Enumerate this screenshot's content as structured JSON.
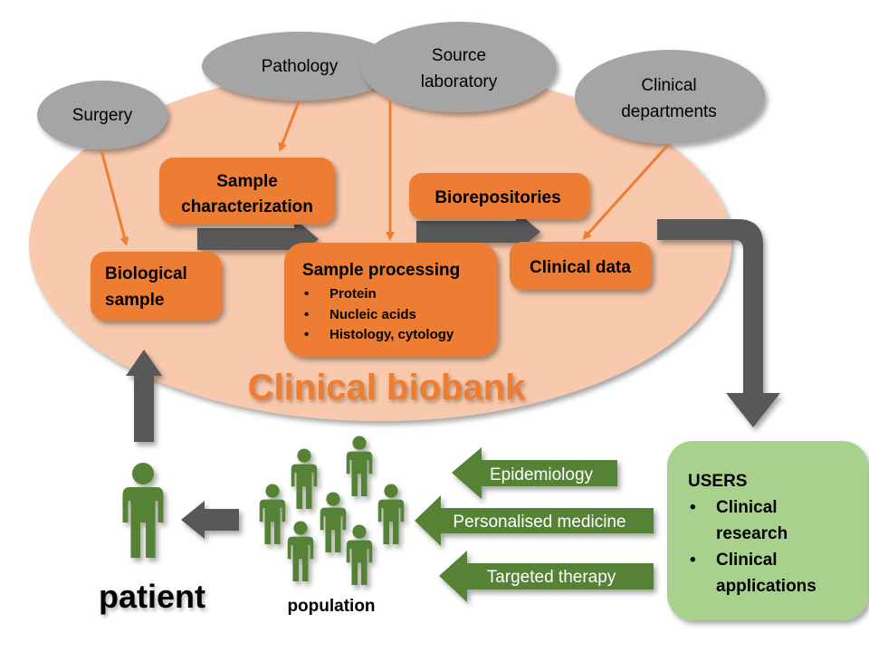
{
  "colors": {
    "ellipse": "#f8c9ac",
    "box": "#ed7d31",
    "bubble": "#a5a5a5",
    "arrow_dark": "#595959",
    "arrow_orange": "#ed7d31",
    "green": "#548235",
    "users_box": "#a9d18e",
    "title": "#ed7d31"
  },
  "sources": {
    "surgery": "Surgery",
    "pathology": "Pathology",
    "source_lab_line1": "Source",
    "source_lab_line2": "laboratory",
    "clinical_dept_line1": "Clinical",
    "clinical_dept_line2": "departments"
  },
  "boxes": {
    "sample_char_line1": "Sample",
    "sample_char_line2": "characterization",
    "biorepositories": "Biorepositories",
    "biological_line1": "Biological",
    "biological_line2": "sample",
    "processing_title": "Sample processing",
    "processing_items": [
      "Protein",
      "Nucleic acids",
      "Histology, cytology"
    ],
    "clinical_data": "Clinical data"
  },
  "biobank_title": "Clinical biobank",
  "users": {
    "title": "USERS",
    "item1_line1": "Clinical",
    "item1_line2": "research",
    "item2_line1": "Clinical",
    "item2_line2": "applications"
  },
  "arrows": {
    "epidemiology": "Epidemiology",
    "personalised": "Personalised medicine",
    "targeted": "Targeted therapy"
  },
  "labels": {
    "patient": "patient",
    "population": "population"
  },
  "bullet": "•"
}
